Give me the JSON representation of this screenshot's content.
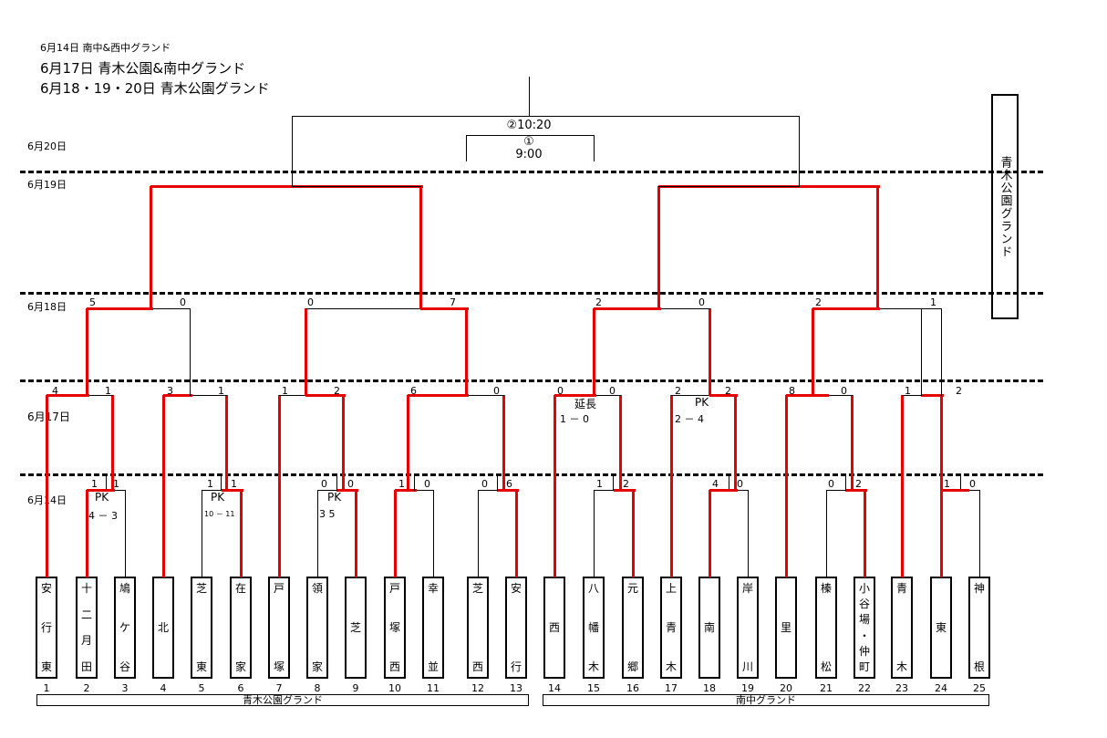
{
  "header": {
    "line1": "6月14日 南中&西中グランド",
    "line2": "6月17日  青木公園&南中グランド",
    "line3": "6月18・19・20日  青木公園グランド"
  },
  "dates": {
    "d20": "6月20日",
    "d19": "6月19日",
    "d18": "6月18日",
    "d17": "6月17日",
    "d14": "6月14日"
  },
  "final": {
    "time1": "②10:20",
    "mark2": "①",
    "time2": "9:00"
  },
  "side_venue": "青木公園グランド",
  "teams": [
    {
      "n": "1",
      "lines": [
        "安",
        "行",
        "東"
      ]
    },
    {
      "n": "2",
      "lines": [
        "十",
        "二",
        "月",
        "田"
      ]
    },
    {
      "n": "3",
      "lines": [
        "鳩",
        "ケ",
        "谷"
      ]
    },
    {
      "n": "4",
      "lines": [
        "北"
      ]
    },
    {
      "n": "5",
      "lines": [
        "芝",
        "東"
      ]
    },
    {
      "n": "6",
      "lines": [
        "在",
        "家"
      ]
    },
    {
      "n": "7",
      "lines": [
        "戸",
        "塚"
      ]
    },
    {
      "n": "8",
      "lines": [
        "領",
        "家"
      ]
    },
    {
      "n": "9",
      "lines": [
        "芝"
      ]
    },
    {
      "n": "10",
      "lines": [
        "戸",
        "塚",
        "西"
      ]
    },
    {
      "n": "11",
      "lines": [
        "幸",
        "並"
      ]
    },
    {
      "n": "12",
      "lines": [
        "芝",
        "西"
      ]
    },
    {
      "n": "13",
      "lines": [
        "安",
        "行"
      ]
    },
    {
      "n": "14",
      "lines": [
        "西"
      ]
    },
    {
      "n": "15",
      "lines": [
        "八",
        "幡",
        "木"
      ]
    },
    {
      "n": "16",
      "lines": [
        "元",
        "郷"
      ]
    },
    {
      "n": "17",
      "lines": [
        "上",
        "青",
        "木"
      ]
    },
    {
      "n": "18",
      "lines": [
        "南"
      ]
    },
    {
      "n": "19",
      "lines": [
        "岸",
        "川"
      ]
    },
    {
      "n": "20",
      "lines": [
        "里"
      ]
    },
    {
      "n": "21",
      "lines": [
        "榛",
        "松"
      ]
    },
    {
      "n": "22",
      "lines": [
        "小",
        "谷",
        "場",
        "・",
        "仲",
        "町"
      ]
    },
    {
      "n": "23",
      "lines": [
        "青",
        "木"
      ]
    },
    {
      "n": "24",
      "lines": [
        "東"
      ]
    },
    {
      "n": "25",
      "lines": [
        "神",
        "根"
      ]
    }
  ],
  "scores": {
    "r1": [
      "1",
      "1",
      "1",
      "1",
      "0",
      "0",
      "1",
      "0",
      "0",
      "6",
      "1",
      "2",
      "4",
      "0",
      "0",
      "2",
      "1",
      "0"
    ],
    "r2": [
      "4",
      "1",
      "3",
      "1",
      "1",
      "2",
      "6",
      "0",
      "0",
      "0",
      "2",
      "2",
      "8",
      "0",
      "1",
      "2"
    ],
    "r3": [
      "5",
      "0",
      "0",
      "7",
      "2",
      "0",
      "2",
      "1"
    ]
  },
  "notes": {
    "pk1": "PK",
    "pk1s": "4 － 3",
    "pk2": "PK",
    "pk2s": "10 － 11",
    "pk3": "PK",
    "pk3s": "3    5",
    "ext": "延長",
    "exts": "1  －  0",
    "pk4": "PK",
    "pk4s": "2  －  4"
  },
  "venues": {
    "left": "青木公園グランド",
    "right": "南中グランド"
  }
}
